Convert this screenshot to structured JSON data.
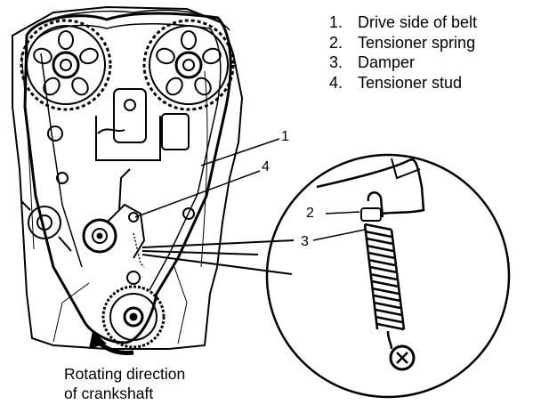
{
  "legend": [
    {
      "num": "1.",
      "text": "Drive side of belt"
    },
    {
      "num": "2.",
      "text": "Tensioner spring"
    },
    {
      "num": "3.",
      "text": "Damper"
    },
    {
      "num": "4.",
      "text": "Tensioner stud"
    }
  ],
  "callouts": {
    "c1": "1",
    "c2": "2",
    "c3": "3",
    "c4": "4"
  },
  "caption": {
    "line1": "Rotating direction",
    "line2": "of crankshaft"
  }
}
